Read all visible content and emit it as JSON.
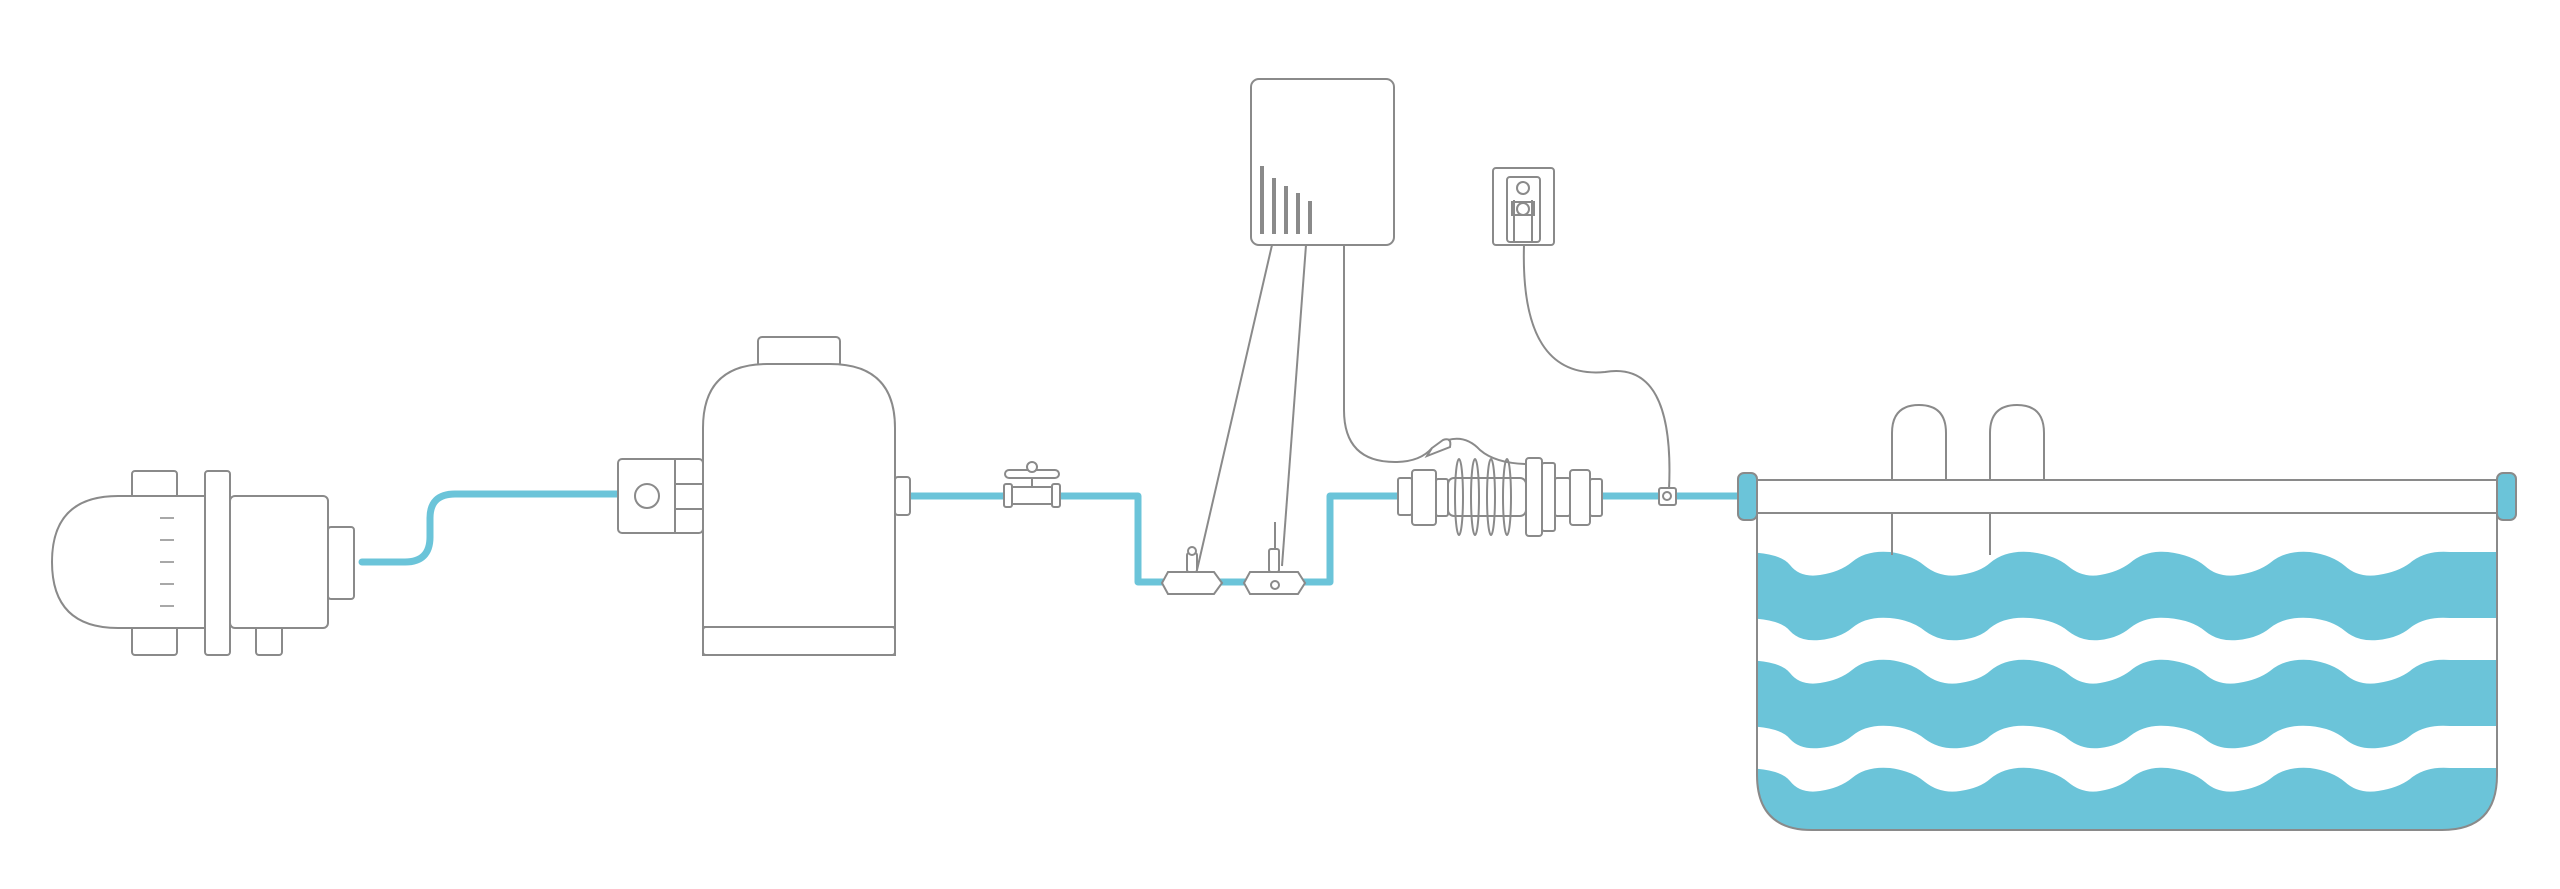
{
  "diagram": {
    "kind": "pool-water-circulation-schematic",
    "components": [
      {
        "id": "pump",
        "icon": "pump-icon"
      },
      {
        "id": "filter",
        "icon": "filter-tank-icon"
      },
      {
        "id": "valve",
        "icon": "shutoff-valve-icon"
      },
      {
        "id": "probe-tees",
        "icon": "sensor-probe-tee-icon"
      },
      {
        "id": "controller",
        "icon": "control-unit-icon"
      },
      {
        "id": "salt-cell",
        "icon": "salt-chlorinator-cell-icon"
      },
      {
        "id": "outlet",
        "icon": "power-outlet-icon"
      },
      {
        "id": "flow-switch",
        "icon": "flow-switch-icon"
      },
      {
        "id": "pool",
        "icon": "swimming-pool-icon"
      }
    ],
    "colors": {
      "water": "#6BC4D9",
      "stroke": "#8A8A8A",
      "background": "#FFFFFF"
    }
  }
}
